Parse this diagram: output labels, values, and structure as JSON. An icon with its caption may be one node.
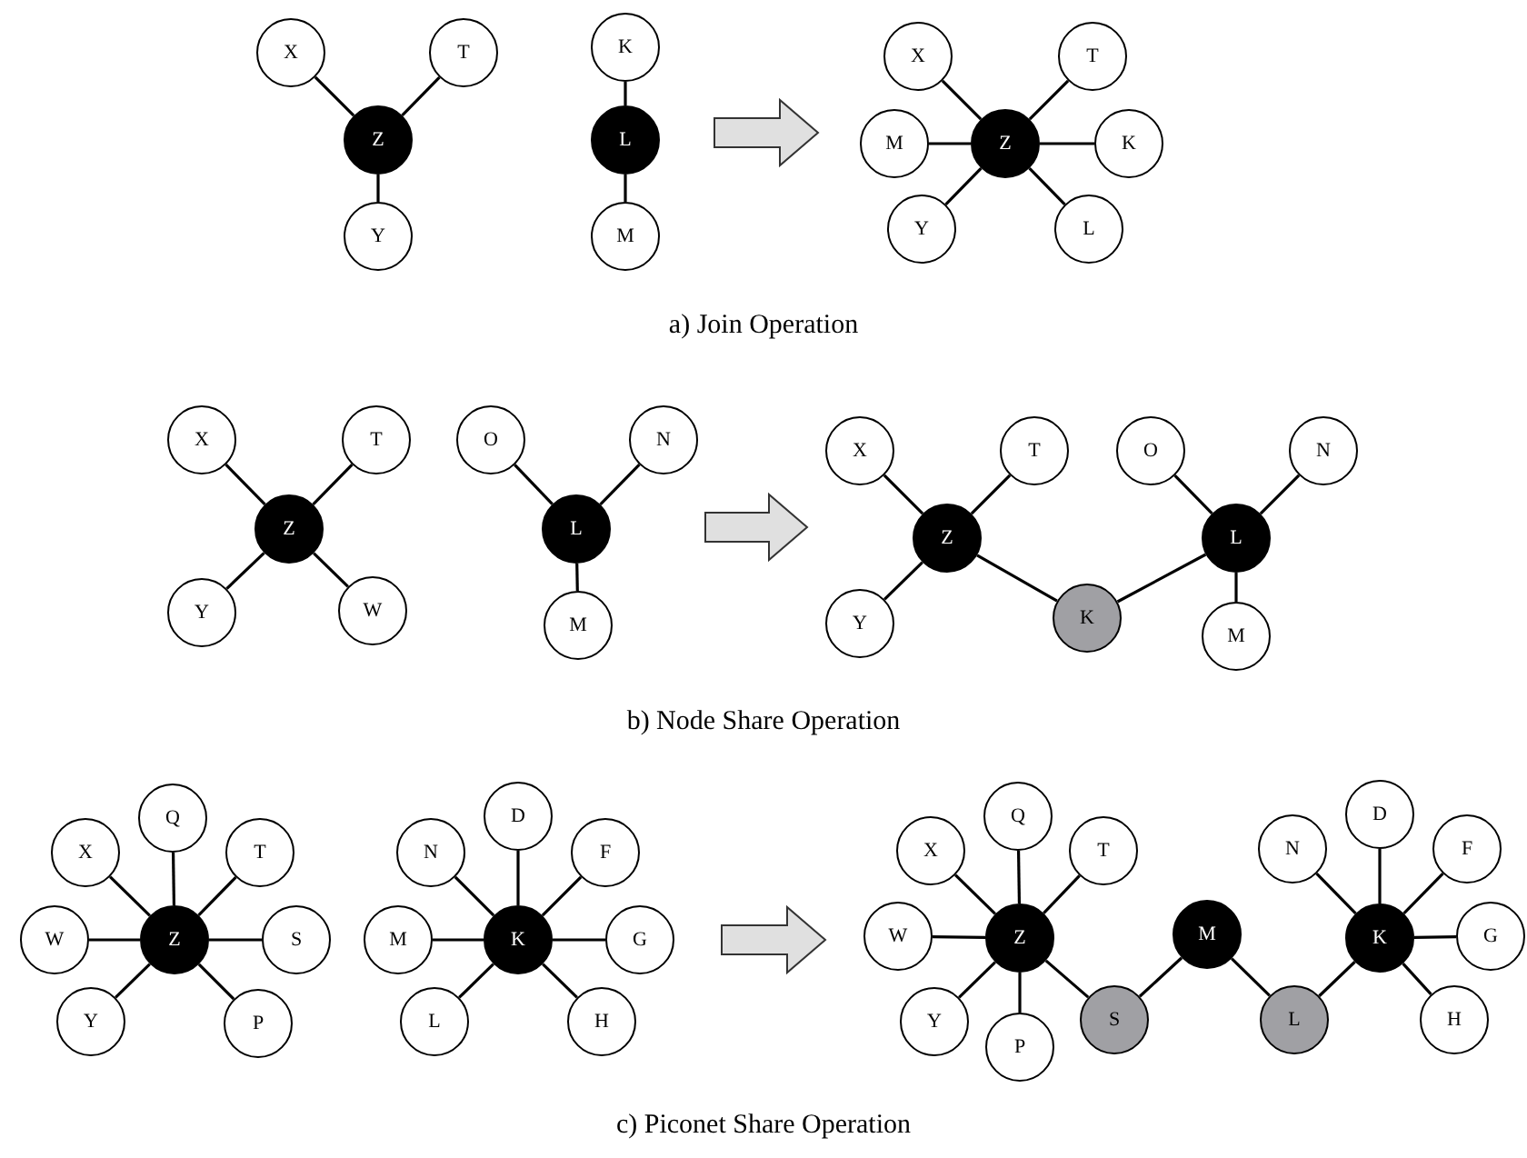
{
  "diagram": {
    "nodes": [
      {
        "text": [
          "X"
        ]
      },
      {
        "text": [
          "T"
        ]
      },
      {
        "text": [
          "Z"
        ]
      },
      {
        "text": [
          "Y"
        ]
      },
      {
        "text": [
          "K"
        ]
      },
      {
        "text": [
          "L"
        ]
      },
      {
        "text": [
          "M"
        ]
      },
      {
        "text": [
          "X"
        ]
      },
      {
        "text": [
          "T"
        ]
      },
      {
        "text": [
          "M"
        ]
      },
      {
        "text": [
          "Z"
        ]
      },
      {
        "text": [
          "K"
        ]
      },
      {
        "text": [
          "Y"
        ]
      },
      {
        "text": [
          "L"
        ]
      },
      {
        "text": [
          "X"
        ]
      },
      {
        "text": [
          "T"
        ]
      },
      {
        "text": [
          "Z"
        ]
      },
      {
        "text": [
          "Y"
        ]
      },
      {
        "text": [
          "W"
        ]
      },
      {
        "text": [
          "O"
        ]
      },
      {
        "text": [
          "N"
        ]
      },
      {
        "text": [
          "L"
        ]
      },
      {
        "text": [
          "M"
        ]
      },
      {
        "text": [
          "X"
        ]
      },
      {
        "text": [
          "T"
        ]
      },
      {
        "text": [
          "Z"
        ]
      },
      {
        "text": [
          "Y"
        ]
      },
      {
        "text": [
          "K"
        ]
      },
      {
        "text": [
          "O"
        ]
      },
      {
        "text": [
          "N"
        ]
      },
      {
        "text": [
          "L"
        ]
      },
      {
        "text": [
          "M"
        ]
      },
      {
        "text": [
          "X"
        ]
      },
      {
        "text": [
          "Q"
        ]
      },
      {
        "text": [
          "T"
        ]
      },
      {
        "text": [
          "W"
        ]
      },
      {
        "text": [
          "Z"
        ]
      },
      {
        "text": [
          "S"
        ]
      },
      {
        "text": [
          "Y"
        ]
      },
      {
        "text": [
          "P"
        ]
      },
      {
        "text": [
          "N"
        ]
      },
      {
        "text": [
          "D"
        ]
      },
      {
        "text": [
          "F"
        ]
      },
      {
        "text": [
          "M"
        ]
      },
      {
        "text": [
          "K"
        ]
      },
      {
        "text": [
          "G"
        ]
      },
      {
        "text": [
          "L"
        ]
      },
      {
        "text": [
          "H"
        ]
      },
      {
        "text": [
          "X"
        ]
      },
      {
        "text": [
          "Q"
        ]
      },
      {
        "text": [
          "T"
        ]
      },
      {
        "text": [
          "W"
        ]
      },
      {
        "text": [
          "Z"
        ]
      },
      {
        "text": [
          "M"
        ]
      },
      {
        "text": [
          "K"
        ]
      },
      {
        "text": [
          "N"
        ]
      },
      {
        "text": [
          "D"
        ]
      },
      {
        "text": [
          "F"
        ]
      },
      {
        "text": [
          "G"
        ]
      },
      {
        "text": [
          "Y"
        ]
      },
      {
        "text": [
          "S"
        ]
      },
      {
        "text": [
          "P"
        ]
      },
      {
        "text": [
          "L"
        ]
      },
      {
        "text": [
          "H"
        ]
      }
    ],
    "edges": [
      {
        "from": 2,
        "to": 0,
        "arrow": "none"
      },
      {
        "from": 2,
        "to": 1,
        "arrow": "none"
      },
      {
        "from": 2,
        "to": 3,
        "arrow": "none"
      },
      {
        "from": 5,
        "to": 4,
        "arrow": "none"
      },
      {
        "from": 5,
        "to": 6,
        "arrow": "none"
      },
      {
        "from": 10,
        "to": 7,
        "arrow": "none"
      },
      {
        "from": 10,
        "to": 8,
        "arrow": "none"
      },
      {
        "from": 10,
        "to": 9,
        "arrow": "none"
      },
      {
        "from": 10,
        "to": 11,
        "arrow": "none"
      },
      {
        "from": 10,
        "to": 12,
        "arrow": "none"
      },
      {
        "from": 10,
        "to": 13,
        "arrow": "none"
      },
      {
        "from": 16,
        "to": 14,
        "arrow": "none"
      },
      {
        "from": 16,
        "to": 15,
        "arrow": "none"
      },
      {
        "from": 16,
        "to": 17,
        "arrow": "none"
      },
      {
        "from": 16,
        "to": 18,
        "arrow": "none"
      },
      {
        "from": 21,
        "to": 19,
        "arrow": "none"
      },
      {
        "from": 21,
        "to": 20,
        "arrow": "none"
      },
      {
        "from": 21,
        "to": 22,
        "arrow": "none"
      },
      {
        "from": 25,
        "to": 23,
        "arrow": "none"
      },
      {
        "from": 25,
        "to": 24,
        "arrow": "none"
      },
      {
        "from": 25,
        "to": 26,
        "arrow": "none"
      },
      {
        "from": 25,
        "to": 27,
        "arrow": "none"
      },
      {
        "from": 30,
        "to": 27,
        "arrow": "none"
      },
      {
        "from": 30,
        "to": 28,
        "arrow": "none"
      },
      {
        "from": 30,
        "to": 29,
        "arrow": "none"
      },
      {
        "from": 30,
        "to": 31,
        "arrow": "none"
      },
      {
        "from": 36,
        "to": 32,
        "arrow": "none"
      },
      {
        "from": 36,
        "to": 33,
        "arrow": "none"
      },
      {
        "from": 36,
        "to": 34,
        "arrow": "none"
      },
      {
        "from": 36,
        "to": 35,
        "arrow": "none"
      },
      {
        "from": 36,
        "to": 37,
        "arrow": "none"
      },
      {
        "from": 36,
        "to": 38,
        "arrow": "none"
      },
      {
        "from": 36,
        "to": 39,
        "arrow": "none"
      },
      {
        "from": 44,
        "to": 40,
        "arrow": "none"
      },
      {
        "from": 44,
        "to": 41,
        "arrow": "none"
      },
      {
        "from": 44,
        "to": 42,
        "arrow": "none"
      },
      {
        "from": 44,
        "to": 43,
        "arrow": "none"
      },
      {
        "from": 44,
        "to": 45,
        "arrow": "none"
      },
      {
        "from": 44,
        "to": 46,
        "arrow": "none"
      },
      {
        "from": 44,
        "to": 47,
        "arrow": "none"
      },
      {
        "from": 52,
        "to": 48,
        "arrow": "none"
      },
      {
        "from": 52,
        "to": 49,
        "arrow": "none"
      },
      {
        "from": 52,
        "to": 50,
        "arrow": "none"
      },
      {
        "from": 52,
        "to": 51,
        "arrow": "none"
      },
      {
        "from": 52,
        "to": 59,
        "arrow": "none"
      },
      {
        "from": 52,
        "to": 61,
        "arrow": "none"
      },
      {
        "from": 52,
        "to": 60,
        "arrow": "none"
      },
      {
        "from": 60,
        "to": 53,
        "arrow": "none"
      },
      {
        "from": 53,
        "to": 62,
        "arrow": "none"
      },
      {
        "from": 62,
        "to": 54,
        "arrow": "none"
      },
      {
        "from": 54,
        "to": 55,
        "arrow": "none"
      },
      {
        "from": 54,
        "to": 56,
        "arrow": "none"
      },
      {
        "from": 54,
        "to": 57,
        "arrow": "none"
      },
      {
        "from": 54,
        "to": 58,
        "arrow": "none"
      },
      {
        "from": 54,
        "to": 63,
        "arrow": "none"
      },
      {
        "from": 5,
        "to": 9,
        "arrow": "to"
      },
      {
        "from": 20,
        "to": 23,
        "arrow": "to"
      },
      {
        "from": 45,
        "to": 51,
        "arrow": "to"
      }
    ],
    "labels": [
      "a) Join Operation",
      "b) Node Share Operation",
      "c) Piconet Share Operation"
    ]
  }
}
